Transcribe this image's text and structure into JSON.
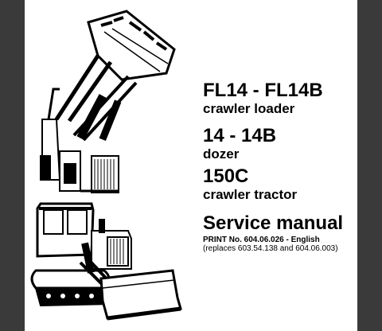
{
  "colors": {
    "frame": "#3a3a3a",
    "page": "#ffffff",
    "ink": "#000000"
  },
  "cover": {
    "model1": "FL14 - FL14B",
    "type1": "crawler loader",
    "model2": "14 - 14B",
    "type2": "dozer",
    "model3": "150C",
    "type3": "crawler tractor",
    "manual_title": "Service manual",
    "print_line": "PRINT No. 604.06.026 - English",
    "replaces_line": "(replaces 603.54.138 and 604.06.003)"
  }
}
